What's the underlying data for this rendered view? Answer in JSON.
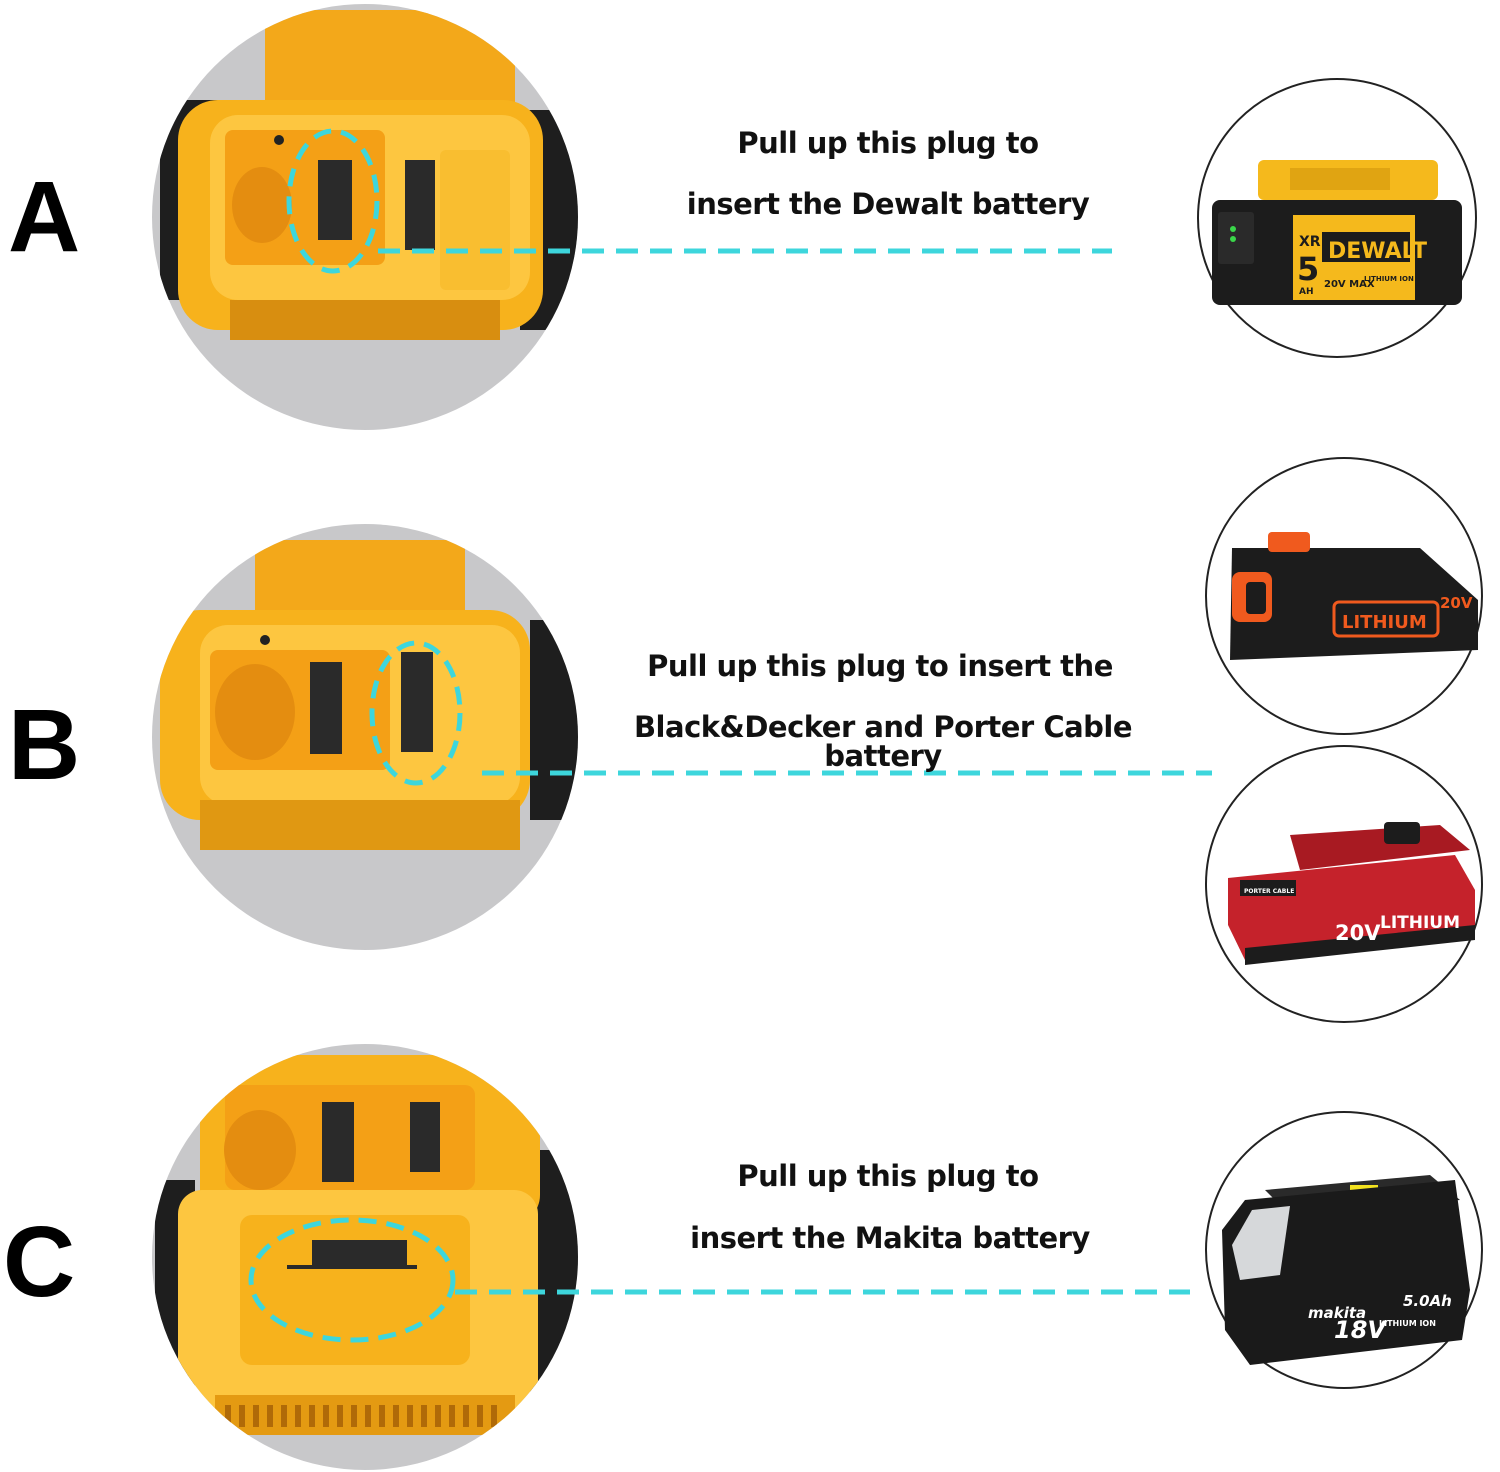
{
  "sections": [
    {
      "letter": "A",
      "caption_line1": "Pull up this plug to",
      "caption_line2": "insert the Dewalt battery",
      "battery_texts": [
        "DEWALT",
        "XR",
        "5",
        "AH",
        "20V MAX",
        "LITHIUM ION"
      ]
    },
    {
      "letter": "B",
      "caption_line1": "Pull up this plug to insert the",
      "caption_line2": "Black&Decker and Porter Cable battery",
      "battery_texts_1": [
        "LITHIUM",
        "20V"
      ],
      "battery_texts_2": [
        "PORTER CABLE",
        "20V",
        "LITHIUM"
      ]
    },
    {
      "letter": "C",
      "caption_line1": "Pull up this plug to",
      "caption_line2": "insert the Makita battery",
      "battery_texts": [
        "makita",
        "18V",
        "5.0Ah",
        "LITHIUM ION"
      ]
    }
  ],
  "colors": {
    "adapter_yellow": "#f7b21c",
    "adapter_light": "#fdc640",
    "callout_cyan": "#3dd6dc",
    "circle_gray": "#c8c8ca",
    "dewalt_yellow": "#f5b91c",
    "porter_red": "#c5222b",
    "bd_orange": "#f05a1e"
  }
}
